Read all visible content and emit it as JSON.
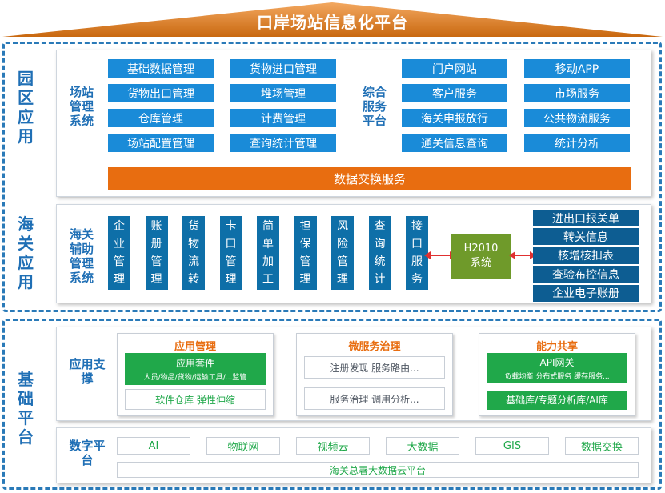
{
  "title": "口岸场站信息化平台",
  "yuanqu": {
    "label": "园区应用",
    "station_mgmt": {
      "label": "场站管理系统",
      "items": [
        "基础数据管理",
        "货物进口管理",
        "货物出口管理",
        "堆场管理",
        "仓库管理",
        "计费管理",
        "场站配置管理",
        "查询统计管理"
      ]
    },
    "comprehensive": {
      "label": "综合服务平台",
      "items": [
        "门户网站",
        "移动APP",
        "客户服务",
        "市场服务",
        "海关申报放行",
        "公共物流服务",
        "通关信息查询",
        "统计分析"
      ]
    },
    "data_exchange": "数据交换服务"
  },
  "haiguan": {
    "label": "海关应用",
    "assist_label": "海关辅助管理系统",
    "modules": [
      "企业管理",
      "账册管理",
      "货物流转",
      "卡口管理",
      "简单加工",
      "担保管理",
      "风险管理",
      "查询统计",
      "接口服务"
    ],
    "h2010": "H2010系统",
    "right_items": [
      "进出口报关单",
      "转关信息",
      "核增核扣表",
      "查验布控信息",
      "企业电子账册"
    ]
  },
  "base": {
    "label": "基础平台",
    "app_support_label": "应用支撑",
    "app_mgmt": {
      "title": "应用管理",
      "suite_title": "应用套件",
      "suite_sub": "人员/物品/货物/运输工具/...监管",
      "repo": "软件仓库 弹性伸缩"
    },
    "micro": {
      "title": "微服务治理",
      "reg": "注册发现 服务路由...",
      "gov": "服务治理 调用分析..."
    },
    "ability": {
      "title": "能力共享",
      "api_title": "API网关",
      "api_sub": "负载均衡 分布式服务 缓存服务...",
      "libs": "基础库/专题分析库/AI库"
    },
    "digital_label": "数字平台",
    "digital_items": [
      "AI",
      "物联网",
      "视频云",
      "大数据",
      "GIS",
      "数据交换"
    ],
    "cloud": "海关总署大数据云平台"
  }
}
